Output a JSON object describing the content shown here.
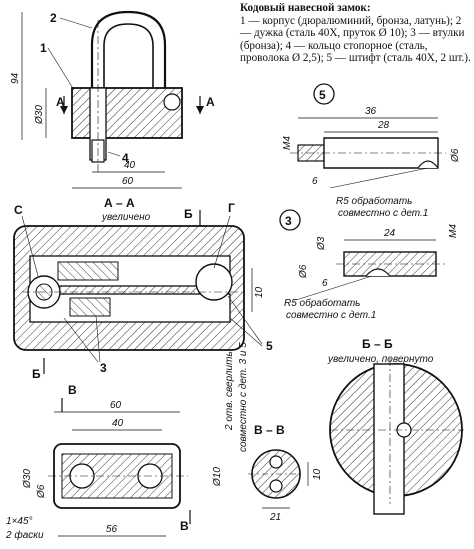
{
  "spec": {
    "title": "Кодовый навесной замок:",
    "text": "1 — корпус (дюралюминий, бронза, латунь); 2 — дужка (сталь 40Х, пруток Ø 10); 3 — втулки (бронза); 4 — кольцо стопорное (сталь, проволока Ø 2,5); 5 — штифт (сталь 40Х, 2 шт.)."
  },
  "main_view": {
    "parts": [
      "1",
      "2",
      "4"
    ],
    "section_mark": "А",
    "dims": {
      "height": "94",
      "dia": "Ø30",
      "w_inner": "40",
      "w_outer": "60"
    }
  },
  "part5": {
    "number": "5",
    "dims": {
      "d1": "36",
      "d2": "28",
      "m4": "M4",
      "six": "6",
      "dia": "Ø6"
    },
    "note_r5": "R5 обработать",
    "note_joint": "совместно с дет.1"
  },
  "section_aa": {
    "title": "А – А",
    "subtitle": "увеличено",
    "labels": {
      "c": "С",
      "g": "Г",
      "b1": "Б",
      "b2": "Б",
      "three": "3",
      "five": "5",
      "ten": "10"
    }
  },
  "part3": {
    "number": "3",
    "dims": {
      "len": "24",
      "d1": "Ø3",
      "m4": "M4",
      "dia": "Ø6",
      "six": "6"
    },
    "note_r5": "R5 обработать",
    "note_joint": "совместно с дет.1"
  },
  "bottom_left": {
    "mark_b": "В",
    "dims": {
      "w60": "60",
      "w40": "40",
      "w56": "56",
      "h30": "Ø30",
      "h6": "Ø6",
      "ch": "1×45°",
      "ch2": "2 фаски"
    },
    "note_holes": "2 отв. сверлить",
    "note_joint": "совместно с дет. 3 и 5",
    "note_dia": "Ø10"
  },
  "section_vv": {
    "title": "В – В",
    "dims": {
      "ten": "10",
      "twentyone": "21"
    }
  },
  "section_bb": {
    "title": "Б – Б",
    "subtitle": "увеличено, повернуто"
  }
}
